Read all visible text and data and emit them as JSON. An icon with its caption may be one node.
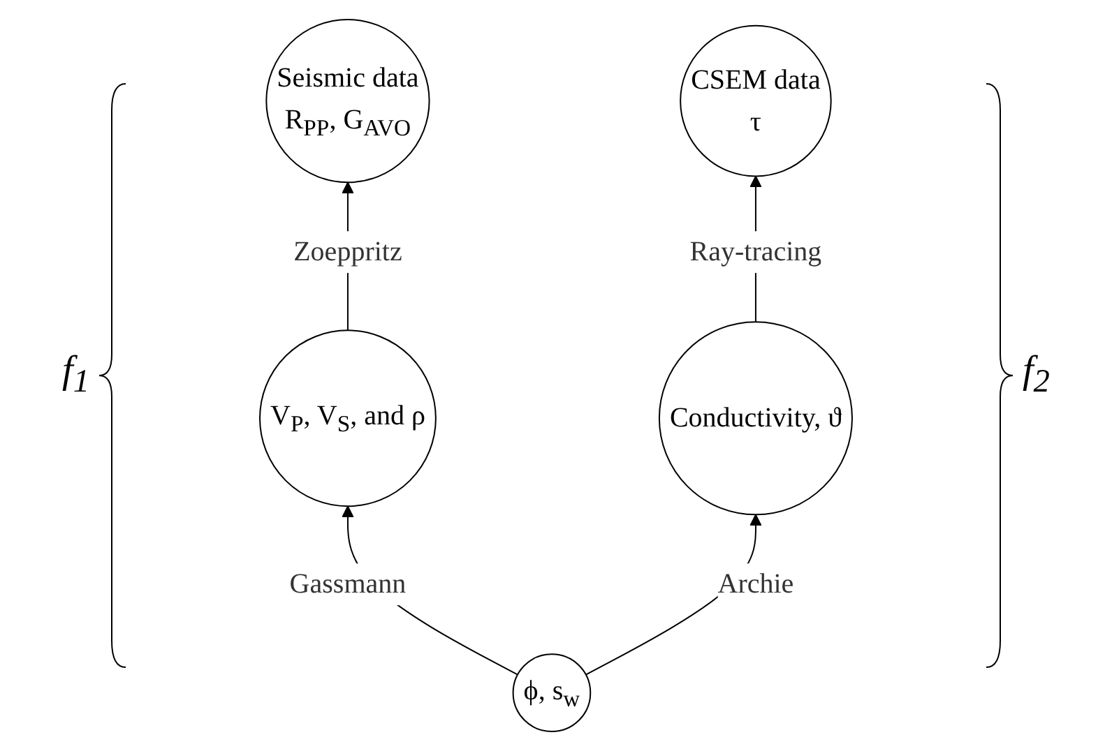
{
  "diagram": {
    "nodes": [
      {
        "text": [
          "Seismic data",
          "R$_{PP}$, G$_{AVO}$"
        ]
      },
      {
        "text": [
          "CSEM data",
          "τ"
        ]
      },
      {
        "text": [
          "V$_{P}$, V$_{S}$, and ρ"
        ]
      },
      {
        "text": [
          "Conductivity, ϑ"
        ]
      },
      {
        "text": [
          "ϕ, s$_{w}$"
        ]
      }
    ],
    "edges": [
      {
        "from": 2,
        "to": 0,
        "arrow": "to",
        "label": "Zoeppritz"
      },
      {
        "from": 3,
        "to": 1,
        "arrow": "to",
        "label": "Ray-tracing"
      },
      {
        "from": 4,
        "to": 2,
        "arrow": "to",
        "label": "Gassmann"
      },
      {
        "from": 4,
        "to": 3,
        "arrow": "to",
        "label": "Archie"
      }
    ],
    "labels": [
      "f$_{1}$",
      "f$_{2}$"
    ]
  }
}
